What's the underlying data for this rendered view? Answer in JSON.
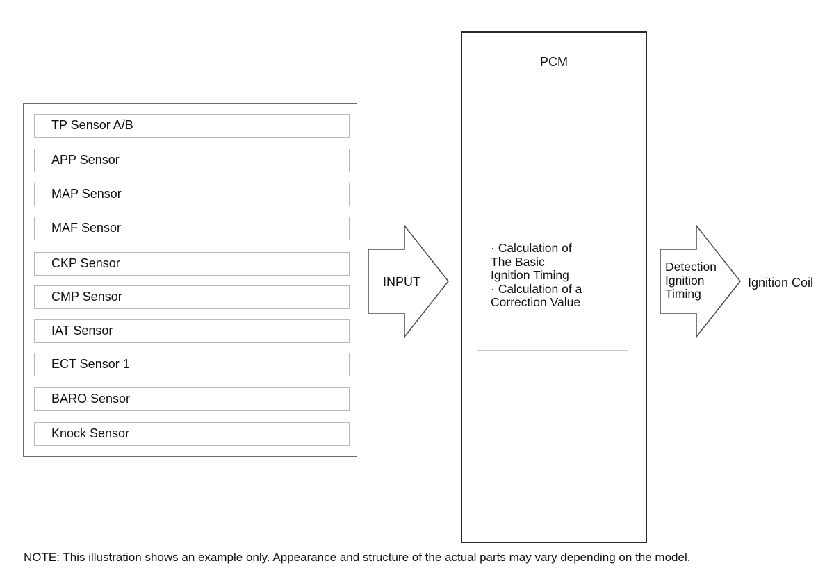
{
  "sensors": [
    "TP Sensor A/B",
    "APP Sensor",
    "MAP Sensor",
    "MAF Sensor",
    "CKP Sensor",
    "CMP Sensor",
    "IAT Sensor",
    "ECT Sensor 1",
    "BARO Sensor",
    "Knock Sensor"
  ],
  "input_arrow": {
    "label": "INPUT"
  },
  "pcm": {
    "title": "PCM",
    "calculation_lines": [
      "· Calculation of",
      "The Basic",
      "Ignition Timing",
      "· Calculation of a",
      "Correction Value"
    ]
  },
  "output_arrow": {
    "label_lines": [
      "Detection",
      "Ignition",
      "Timing"
    ]
  },
  "output_target": "Ignition Coil",
  "note": "NOTE: This illustration shows an example only. Appearance and structure of the actual parts may vary depending on the model."
}
